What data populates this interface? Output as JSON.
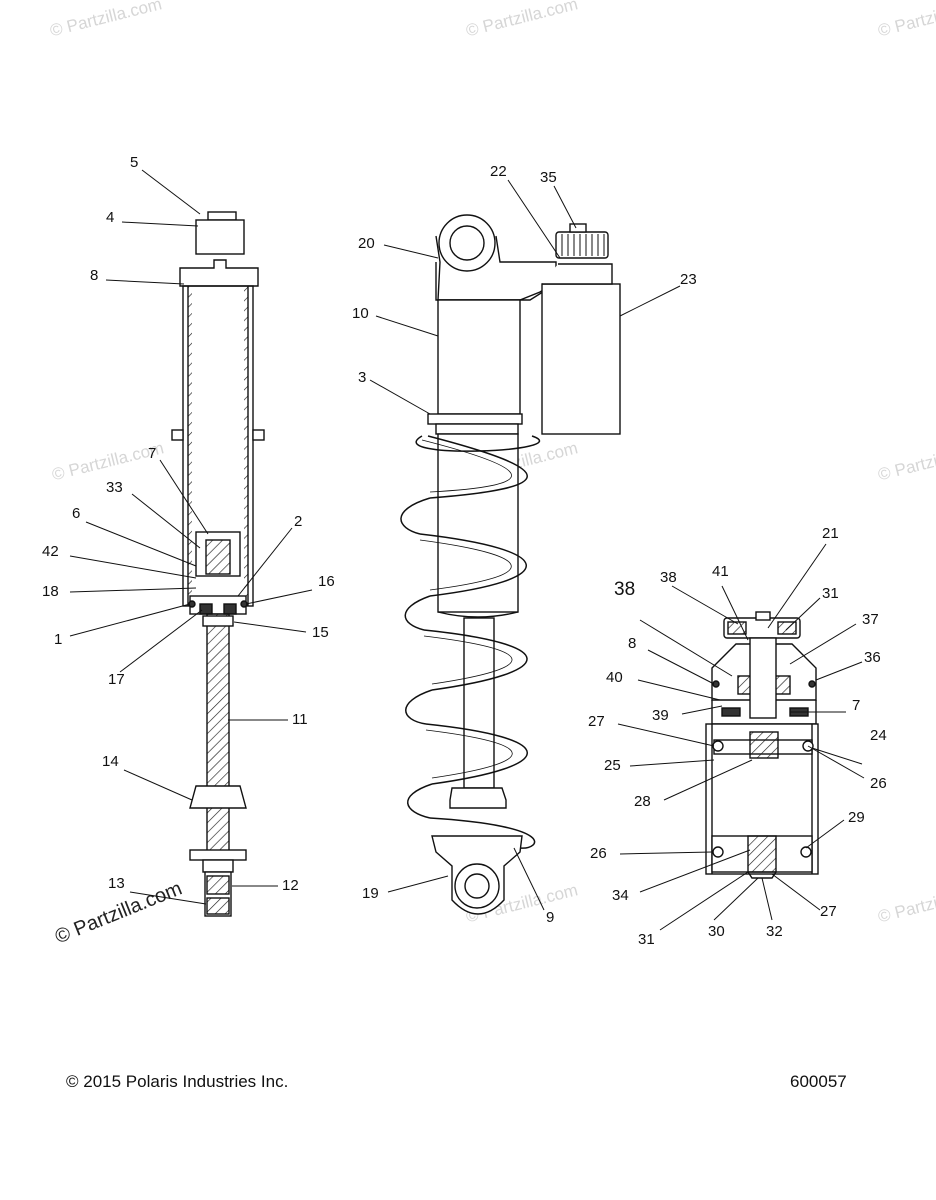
{
  "watermark": "© Partzilla.com",
  "footer": {
    "copyright": "© 2015 Polaris Industries Inc.",
    "diagram_id": "600057"
  },
  "callouts": {
    "c1": "1",
    "c2": "2",
    "c3": "3",
    "c4": "4",
    "c5": "5",
    "c6": "6",
    "c7a": "7",
    "c7b": "7",
    "c8a": "8",
    "c8b": "8",
    "c9": "9",
    "c10": "10",
    "c11": "11",
    "c12": "12",
    "c13": "13",
    "c14": "14",
    "c15": "15",
    "c16": "16",
    "c17": "17",
    "c18": "18",
    "c19": "19",
    "c20": "20",
    "c21": "21",
    "c22": "22",
    "c23": "23",
    "c24": "24",
    "c25": "25",
    "c26a": "26",
    "c26b": "26",
    "c27a": "27",
    "c27b": "27",
    "c28": "28",
    "c29": "29",
    "c30": "30",
    "c31a": "31",
    "c31b": "31",
    "c32": "32",
    "c33": "33",
    "c34": "34",
    "c35": "35",
    "c36": "36",
    "c37": "37",
    "c38a": "38",
    "c38b": "38",
    "c39": "39",
    "c40": "40",
    "c41": "41",
    "c42": "42"
  }
}
